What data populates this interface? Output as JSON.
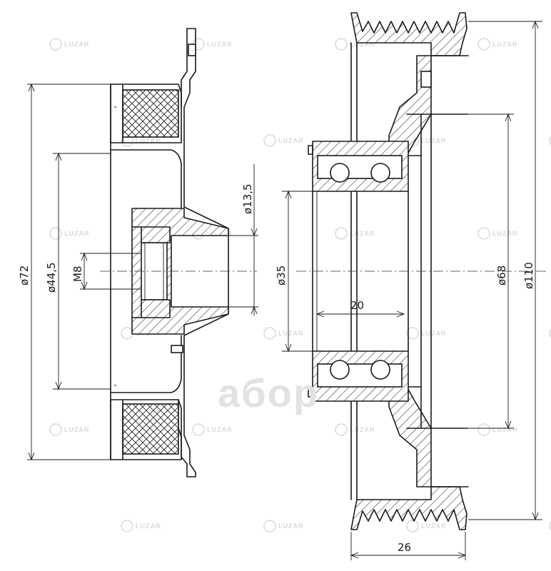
{
  "drawing": {
    "left_view": {
      "dimensions": {
        "d72": "ø72",
        "d44_5": "ø44,5",
        "m8": "M8",
        "d13_5": "ø13,5"
      }
    },
    "right_view": {
      "dimensions": {
        "d35": "ø35",
        "w20": "20",
        "d68": "ø68",
        "d110": "ø110",
        "w26": "26"
      }
    }
  },
  "watermarks": {
    "small_text": "LUZAR",
    "large_text": "aбор"
  },
  "colors": {
    "line": "#1a1a1a",
    "watermark": "#d9d9d9"
  },
  "icons": {
    "watermark_logo": "luzar-logo-icon"
  }
}
